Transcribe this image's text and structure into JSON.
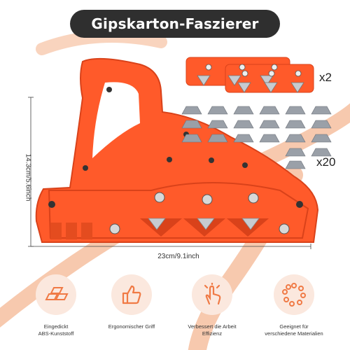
{
  "title": "Gipskarton-Faszierer",
  "dimensions": {
    "width_label": "23cm/9.1inch",
    "height_label": "14.3cm/5.6inch"
  },
  "quantities": {
    "blade_holders": "x2",
    "blades": "x20"
  },
  "features": [
    {
      "label_line1": "Eingedickt",
      "label_line2": "ABS-Kunststoff",
      "icon": "material-bars-icon"
    },
    {
      "label_line1": "Ergonomischer Griff",
      "label_line2": "",
      "icon": "thumbs-up-icon"
    },
    {
      "label_line1": "Verbessert die Arbeit",
      "label_line2": "Effizienz",
      "icon": "touch-icon"
    },
    {
      "label_line1": "Geeignet für",
      "label_line2": "verschiedene Materialien",
      "icon": "circle-dots-icon"
    }
  ],
  "colors": {
    "accent_orange": "#ff5a2a",
    "swoosh": "#f7c9ae",
    "dark_pill": "#2f2f2f",
    "blade_grey": "#9aa0a8",
    "icon_bg": "#fbe8de"
  }
}
